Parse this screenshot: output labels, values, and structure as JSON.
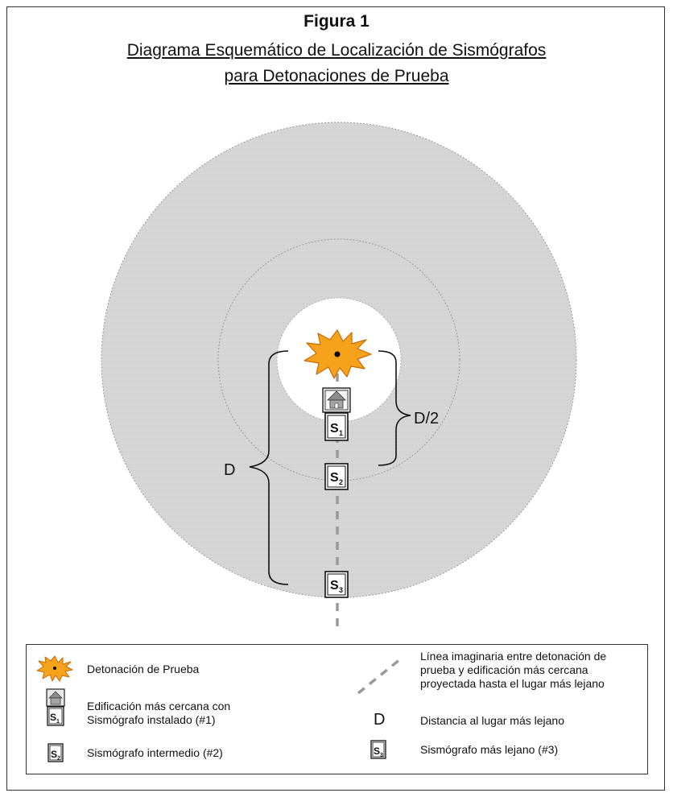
{
  "figure": {
    "title": "Figura 1",
    "subtitle_line1": "Diagrama Esquemático de Localización de Sismógrafos",
    "subtitle_line2": "para Detonaciones de Prueba"
  },
  "diagram": {
    "label_half": "D/2",
    "label_full": "D",
    "seismograph_letter": "S",
    "s1_index": "1",
    "s2_index": "2",
    "s3_index": "3"
  },
  "legend": {
    "detonation": "Detonación de Prueba",
    "nearest_building_line1": "Edificación más cercana con",
    "nearest_building_line2": "Sismógrafo instalado (#1)",
    "intermediate": "Sismógrafo intermedio (#2)",
    "line_desc_1": "Línea imaginaria entre detonación de",
    "line_desc_2": "prueba y edificación más cercana",
    "line_desc_3": "proyectada hasta el lugar más lejano",
    "d_symbol": "D",
    "d_desc": "Distancia al lugar más lejano",
    "farthest": "Sismógrafo más lejano (#3)"
  },
  "colors": {
    "ring_fill": "#d9d9d9",
    "ring_stroke": "#9a9a9a",
    "burst_fill": "#f7a21b",
    "burst_stroke": "#c86a00",
    "dashed_line": "#9a9a9a"
  }
}
